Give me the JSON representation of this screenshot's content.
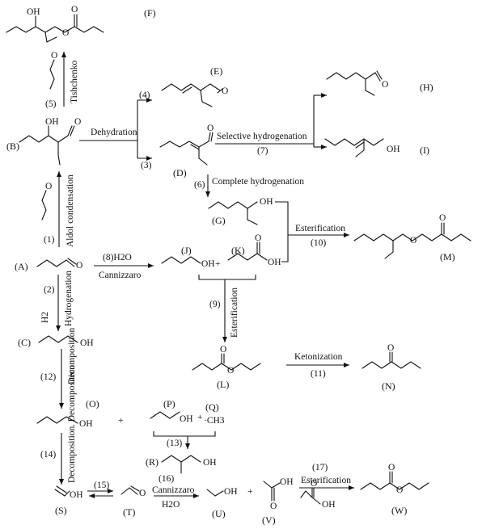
{
  "compounds": {
    "A": "(A)",
    "B": "(B)",
    "C": "(C)",
    "D": "(D)",
    "E": "(E)",
    "F": "(F)",
    "G": "(G)",
    "H": "(H)",
    "I": "(I)",
    "J": "(J)",
    "K": "(K)",
    "L": "(L)",
    "M": "(M)",
    "N": "(N)",
    "O": "(O)",
    "P": "(P)",
    "Q": "(Q)",
    "R": "(R)",
    "S": "(S)",
    "T": "(T)",
    "U": "(U)",
    "V": "(V)",
    "W": "(W)"
  },
  "atoms": {
    "OH": "OH",
    "O": "O",
    "CH3": "·CH3",
    "H2O": "H2O",
    "H2": "H2",
    "plus": "+"
  },
  "reactions": {
    "r1": {
      "num": "(1)",
      "label": "Aldol condensation"
    },
    "r2": {
      "num": "(2)",
      "label": "Hydrogenation",
      "reagent": "H2"
    },
    "r3": {
      "num": "(3)"
    },
    "r4": {
      "num": "(4)"
    },
    "r5": {
      "num": "(5)",
      "label": "Tishchenko"
    },
    "r6": {
      "num": "(6)",
      "label": "Complete hydrogenation"
    },
    "r7": {
      "num": "(7)",
      "label": "Selective hydrogenation"
    },
    "r8": {
      "num": "(8)H2O",
      "label": "Cannizzaro"
    },
    "r9": {
      "num": "(9)",
      "label": "Esterification"
    },
    "r10": {
      "num": "(10)",
      "label": "Esterification"
    },
    "r11": {
      "num": "(11)",
      "label": "Ketonization"
    },
    "r12": {
      "num": "(12)",
      "label": "Decomposition"
    },
    "r13": {
      "num": "(13)"
    },
    "r14": {
      "num": "(14)",
      "label": "Decomposition"
    },
    "r15": {
      "num": "(15)"
    },
    "r16": {
      "num": "(16)",
      "label": "Cannizzaro",
      "reagent": "H2O"
    },
    "r17": {
      "num": "(17)",
      "label": "Esterification"
    },
    "dehydration": {
      "label": "Dehydration"
    },
    "decomp_dot": {
      "label": ". Decomposition"
    }
  }
}
